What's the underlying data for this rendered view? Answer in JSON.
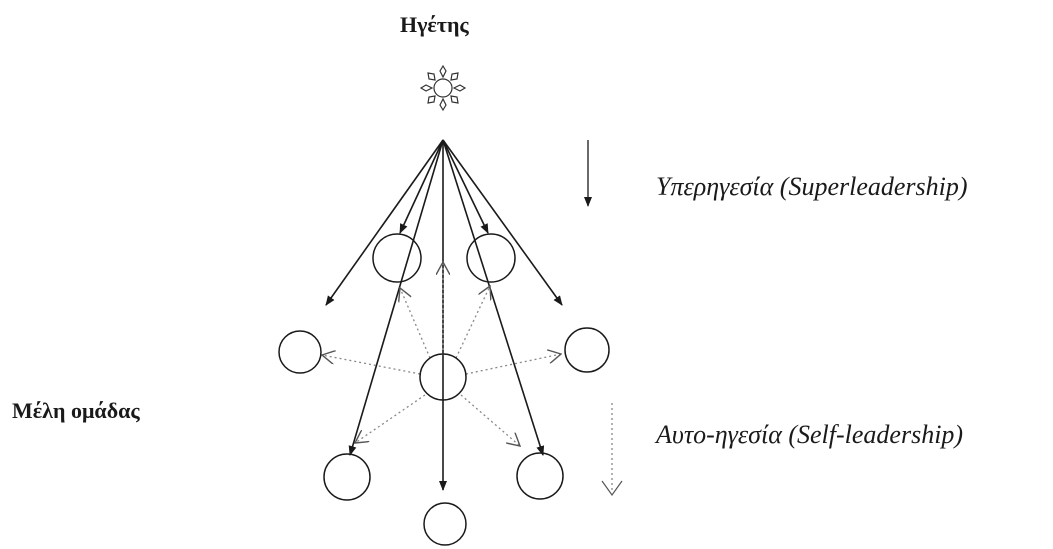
{
  "labels": {
    "leader": "Ηγέτης",
    "team_members": "Μέλη ομάδας",
    "superleadership": "Υπερηγεσία (Superleadership)",
    "self_leadership": "Αυτο-ηγεσία (Self-leadership)"
  },
  "icons": {
    "leader_symbol": "sun-icon",
    "member_symbol": "circle"
  },
  "colors": {
    "ink": "#1a1a1a",
    "dotted": "#888888"
  }
}
